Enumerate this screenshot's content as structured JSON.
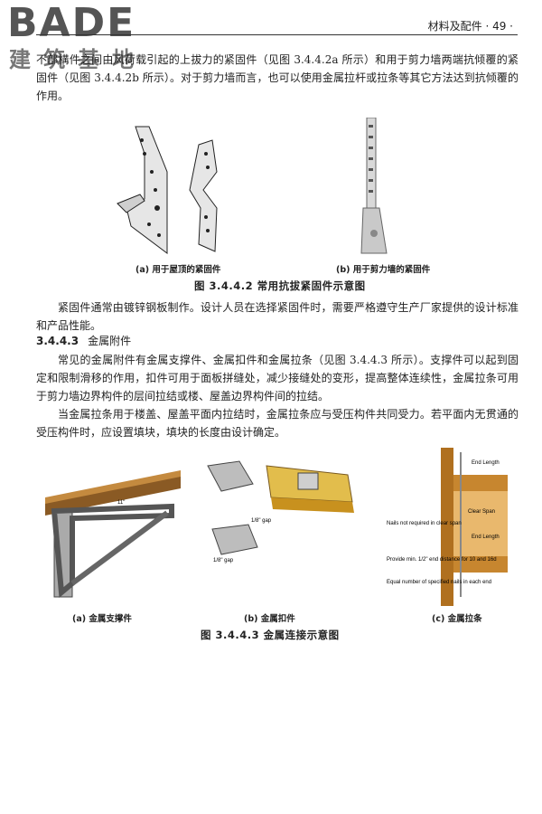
{
  "header": {
    "logo_text": "BADE",
    "logo_cn": "建筑基地",
    "page_title": "材料及配件 · 49 ·"
  },
  "intro_paragraph": "不部構件之间由风荷载引起的上拔力的紧固件（见图 3.4.4.2a 所示）和用于剪力墙两端抗倾覆的紧固件（见图 3.4.4.2b 所示）。对于剪力墙而言，也可以使用金属拉杆或拉条等其它方法达到抗倾覆的作用。",
  "figure_3442": {
    "sub_a": "(a)  用于屋顶的紧固件",
    "sub_b": "(b)  用于剪力墙的紧固件",
    "caption": "图 3.4.4.2    常用抗拔紧固件示意图"
  },
  "paragraph_2": "紧固件通常由镀锌钢板制作。设计人员在选择紧固件时，需要严格遵守生产厂家提供的设计标准和产品性能。",
  "section": {
    "number": "3.4.4.3",
    "title": "金属附件"
  },
  "paragraph_3": "常见的金属附件有金属支撑件、金属扣件和金属拉条（见图 3.4.4.3 所示）。支撑件可以起到固定和限制滑移的作用，扣件可用于面板拼缝处，减少接缝处的变形，提高整体连续性，金属拉条可用于剪力墙边界构件的层间拉结或楼、屋盖边界构件间的拉结。",
  "paragraph_4": "当金属拉条用于楼盖、屋盖平面内拉结时，金属拉条应与受压构件共同受力。若平面内无贯通的受压构件时，应设置填块，填块的长度由设计确定。",
  "figure_3443": {
    "sub_a": "(a)  金属支撑件",
    "sub_b": "(b)  金属扣件",
    "sub_c": "(c)  金属拉条",
    "caption": "图 3.4.4.3    金属连接示意图",
    "label_11": "11\"",
    "gap_1": "1/8\" gap",
    "gap_2": "1/8\" gap",
    "end_length_1": "End Length",
    "end_length_2": "End Length",
    "clear_span": "Clear Span",
    "nails_note": "Nails not required in clear span",
    "provide_note": "Provide min. 1/2\" end distance for 10 and 16d",
    "equal_note": "Equal number of specified nails in each end"
  }
}
